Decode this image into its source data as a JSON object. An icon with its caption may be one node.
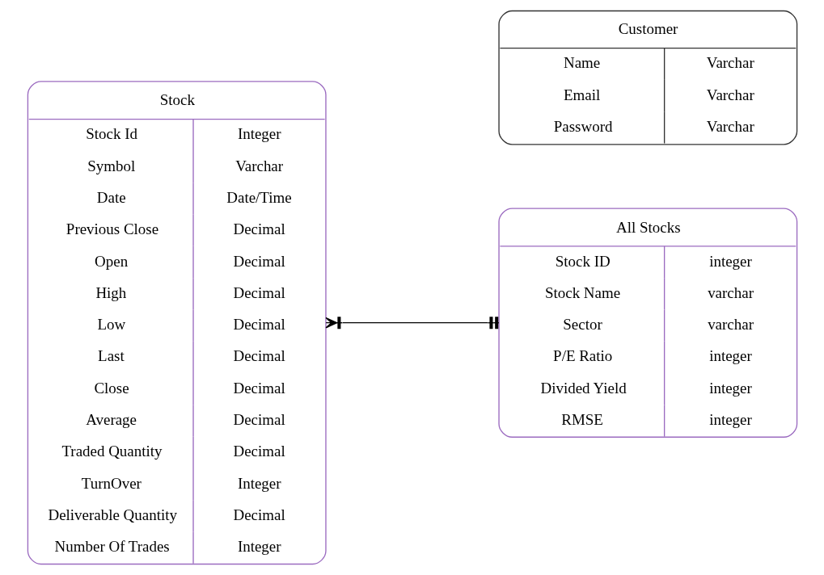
{
  "diagram": {
    "nodes": [
      {
        "text": [
          "Stock",
          "Stock Id",
          "Integer",
          "Symbol",
          "Varchar",
          "Date",
          "Date/Time",
          "Previous Close",
          "Decimal",
          "Open",
          "Decimal",
          "High",
          "Decimal",
          "Low",
          "Decimal",
          "Last",
          "Decimal",
          "Close",
          "Decimal",
          "Average",
          "Decimal",
          "Traded Quantity",
          "Decimal",
          "TurnOver",
          "Integer",
          "Deliverable Quantity",
          "Decimal",
          "Number Of Trades",
          "Integer"
        ]
      },
      {
        "text": [
          "All Stocks",
          "Stock ID",
          "integer",
          "Stock Name",
          "varchar",
          "Sector",
          "varchar",
          "P/E Ratio",
          "integer",
          "Divided Yield",
          "integer",
          "RMSE",
          "integer"
        ]
      },
      {
        "text": [
          "Customer",
          "Name",
          "Varchar",
          "Email",
          "Varchar",
          "Password",
          "Varchar"
        ]
      }
    ],
    "edges": [
      {
        "from": 0,
        "to": 1,
        "arrow": "other"
      }
    ]
  }
}
